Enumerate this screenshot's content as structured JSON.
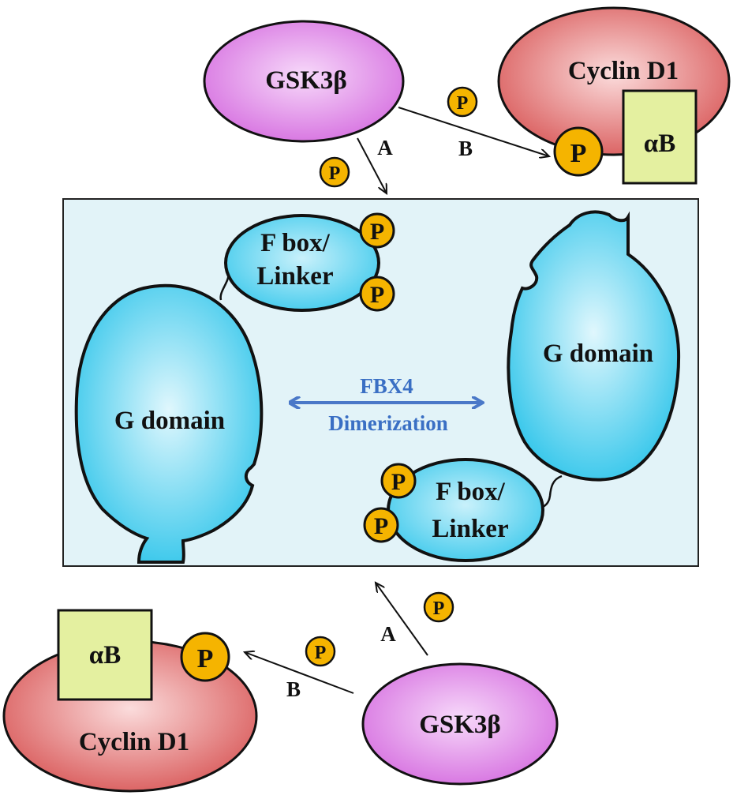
{
  "labels": {
    "gsk3b": "GSK3β",
    "cyclin_d1": "Cyclin D1",
    "alpha_b": "αB",
    "f_box": "F box/",
    "linker": "Linker",
    "g_domain": "G domain",
    "fbx4": "FBX4",
    "dimerization": "Dimerization",
    "phospho": "P",
    "arrow_a": "A",
    "arrow_b": "B"
  },
  "colors": {
    "gsk3b_fill": "#e08ae8",
    "cyclin_fill": "#e06b6b",
    "alpha_b_fill": "#e4f0a0",
    "domain_fill": "#4fd0ee",
    "phospho_fill": "#f5b400",
    "box_fill": "#e2f3f8",
    "dimer_arrow": "#4a78c8"
  }
}
